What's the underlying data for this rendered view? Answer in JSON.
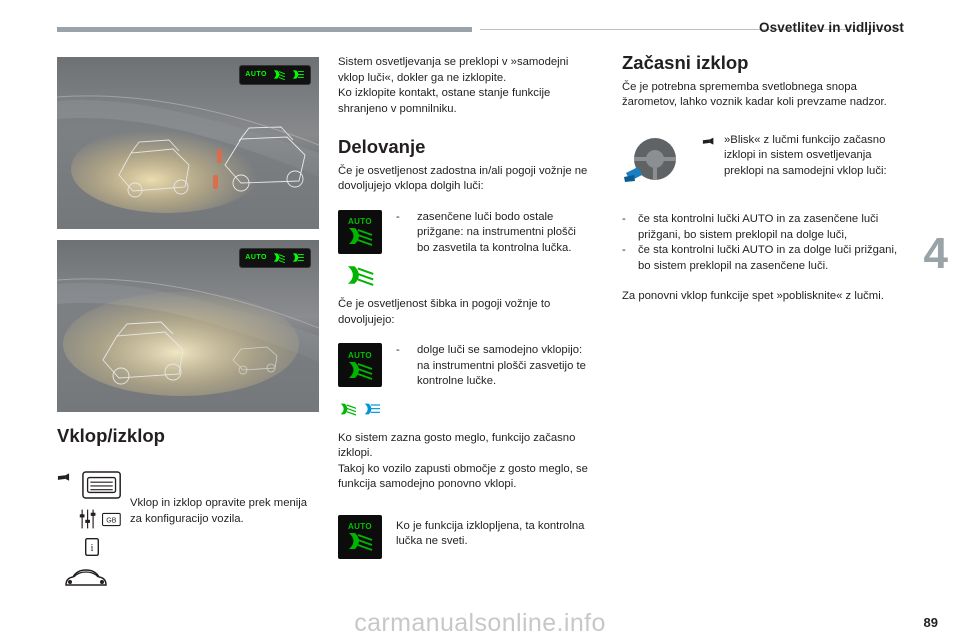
{
  "header": {
    "title": "Osvetlitev in vidljivost",
    "chapter_number": "4"
  },
  "photos": {
    "photo1": {
      "badge_label": "AUTO",
      "alt": "night-road-with-dipped-beam"
    },
    "photo2": {
      "badge_label": "AUTO",
      "alt": "night-road-with-main-beam"
    }
  },
  "column2": {
    "intro_p1": "Sistem osvetljevanja se preklopi v »samodejni vklop luči«, dokler ga ne izklopite.",
    "intro_p2": "Ko izklopite kontakt, ostane stanje funkcije shranjeno v pomnilniku.",
    "heading_delovanje": "Delovanje",
    "p_zadostna": "Če je osvetljenost zadostna in/ali pogoji vožnje ne dovoljujejo vklopa dolgih luči:",
    "bullet_zasencene": "zasenčene luči bodo ostale prižgane: na instrumentni plošči bo zasvetila ta kontrolna lučka.",
    "p_sibka": "Če je osvetljenost šibka in pogoji vožnje to dovoljujejo:",
    "bullet_dolge": "dolge luči se samodejno vklopijo: na instrumentni plošči zasvetijo te kontrolne lučke.",
    "p_megla1": "Ko sistem zazna gosto meglo, funkcijo začasno izklopi.",
    "p_megla2": "Takoj ko vozilo zapusti območje z gosto meglo, se funkcija samodejno ponovno vklopi.",
    "p_izklopljena": "Ko je funkcija izklopljena, ta kontrolna lučka ne sveti.",
    "tile_auto_label": "AUTO"
  },
  "column3": {
    "heading_zacasni": "Začasni izklop",
    "p_sprememba": "Če je potrebna sprememba svetlobnega snopa žarometov, lahko voznik kadar koli prevzame nadzor.",
    "p_blisk": "»Blisk« z lučmi funkcijo začasno izklopi in sistem osvetljevanja preklopi na samodejni vklop luči:",
    "bullet_1": "če sta kontrolni lučki AUTO in za zasenčene luči prižgani, bo sistem preklopil na dolge luči,",
    "bullet_2": "če sta kontrolni lučki AUTO in za dolge luči prižgani, bo sistem preklopil na zasenčene luči.",
    "p_ponovni": "Za ponovni vklop funkcije spet »poblisknite« z lučmi.",
    "pointer_icon": "pointing-hand-icon"
  },
  "bottom_left": {
    "heading": "Vklop/izklop",
    "text": "Vklop in izklop opravite prek menija za konfiguracijo vozila.",
    "icons": [
      "touchscreen-icon",
      "sliders-settings-icon",
      "gb-flag-icon",
      "info-icon",
      "car-front-icon"
    ]
  },
  "footer": {
    "page_number": "89",
    "watermark": "carmanualsonline.info"
  },
  "colors": {
    "green_indicator": "#00b500",
    "blue_indicator": "#0096d6",
    "header_rule": "#9aa3a8",
    "chapter_number": "#9aa3a8",
    "text": "#231f20"
  }
}
